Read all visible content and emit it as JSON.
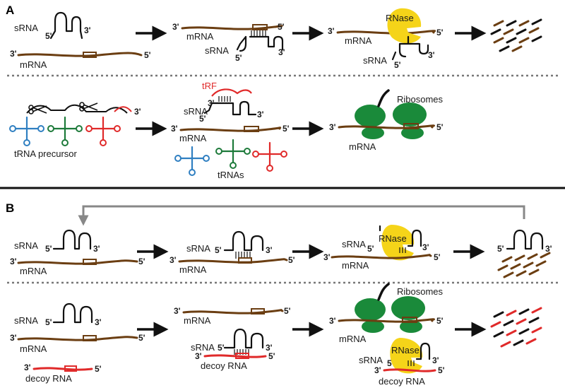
{
  "panels": {
    "a": "A",
    "b": "B"
  },
  "labels": {
    "srna": "sRNA",
    "mrna": "mRNA",
    "rnase": "RNase",
    "trf": "tRF",
    "trna_precursor": "tRNA precursor",
    "trnas": "tRNAs",
    "ribosomes": "Ribosomes",
    "decoy_rna": "decoy RNA",
    "three_prime": "3'",
    "five_prime": "5'",
    "five_plain": "5"
  },
  "colors": {
    "mrna": "#6b3e12",
    "decoy": "#e02a2a",
    "ribosome": "#1a8a3a",
    "rnase": "#f5d419",
    "trna_blue": "#2f7fc1",
    "trna_green": "#1d7a3a",
    "trna_red": "#e02a2a"
  }
}
